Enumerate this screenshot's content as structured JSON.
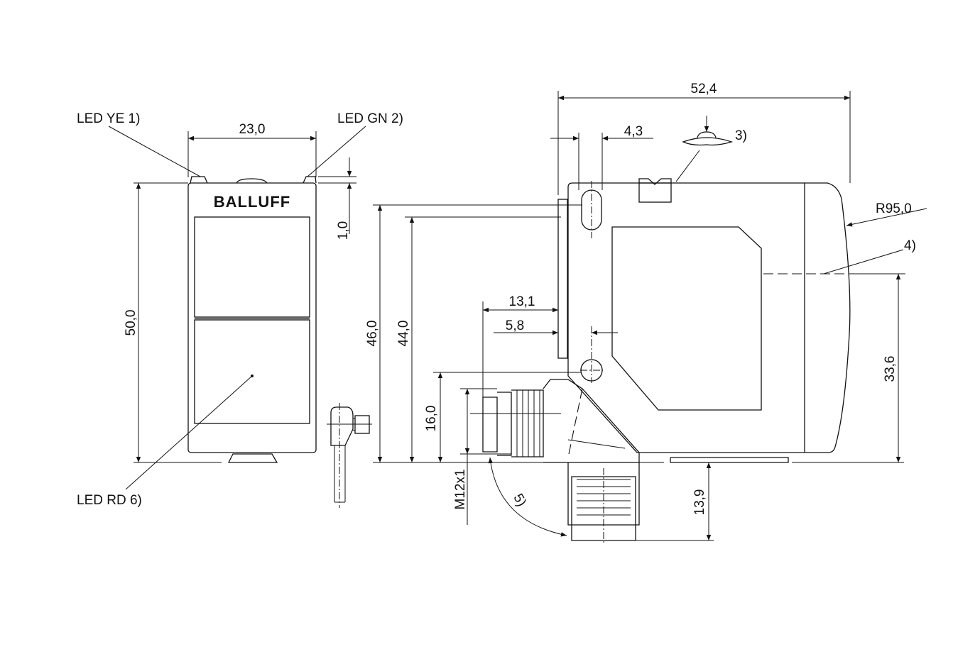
{
  "labels": {
    "led_ye": "LED YE 1)",
    "led_gn": "LED GN 2)",
    "led_rd": "LED RD 6)",
    "logo": "BALLUFF",
    "note3": "3)",
    "note4": "4)",
    "note5": "5)",
    "radius": "R95,0",
    "thread": "M12x1"
  },
  "dimensions": {
    "width_front": "23,0",
    "height_front": "50,0",
    "led_protrusion": "1,0",
    "total_length": "52,4",
    "slot_offset": "4,3",
    "h46": "46,0",
    "h44": "44,0",
    "d13_1": "13,1",
    "d5_8": "5,8",
    "h16": "16,0",
    "h33_6": "33,6",
    "d13_9": "13,9"
  },
  "colors": {
    "line": "#111111",
    "background": "#ffffff"
  }
}
